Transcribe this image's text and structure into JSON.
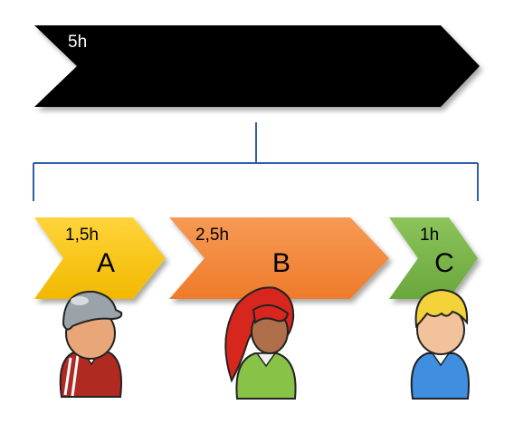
{
  "total": {
    "duration_label": "5h",
    "color": "#000000"
  },
  "tasks": [
    {
      "letter": "A",
      "duration_label": "1,5h",
      "color_light": "#ffd43a",
      "color_dark": "#f2b800"
    },
    {
      "letter": "B",
      "duration_label": "2,5h",
      "color_light": "#f79a55",
      "color_dark": "#ee7b2a"
    },
    {
      "letter": "C",
      "duration_label": "1h",
      "color_light": "#8cc35b",
      "color_dark": "#6aa73b"
    }
  ],
  "connector_color": "#2f5fa6",
  "people": [
    {
      "icon": "person-gray-cap-icon",
      "shirt_color": "#b02a22",
      "hair_color": "#9aa2aa",
      "skin_color": "#e8a679"
    },
    {
      "icon": "person-red-hair-icon",
      "shirt_color": "#88c348",
      "hair_color": "#d7261e",
      "skin_color": "#b06f4b"
    },
    {
      "icon": "person-blonde-icon",
      "shirt_color": "#3f8ee0",
      "hair_color": "#f3d23a",
      "skin_color": "#f2c29a"
    }
  ]
}
